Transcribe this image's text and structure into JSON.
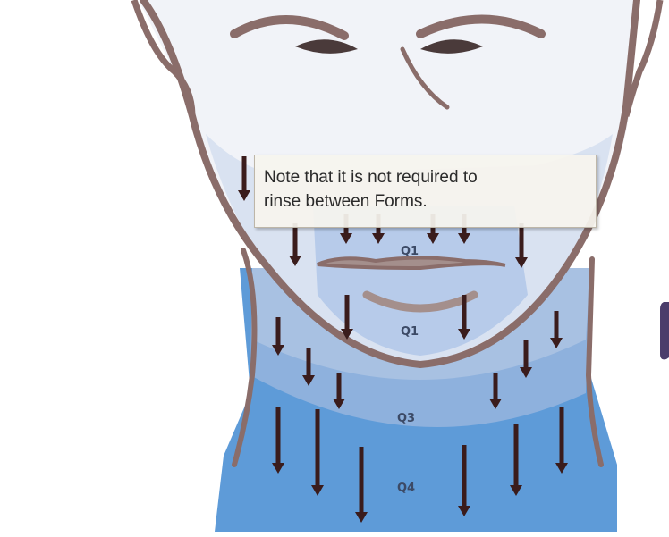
{
  "tooltip": {
    "line1": "Note that it is not required to",
    "line2": "rinse between Forms."
  },
  "zones": {
    "q1": "Q1",
    "q2": "Q1",
    "q3": "Q3",
    "q4": "Q4"
  },
  "colors": {
    "skin": "#f1f3f8",
    "outline": "#8a6d6a",
    "zone_light": "#cfd9ec",
    "zone_mid": "#a8c1e2",
    "zone_neck_upper": "#8eb1dd",
    "zone_neck_lower": "#5e9bd8",
    "arrow": "#3a1c1c",
    "page_arrow": "#4b3d6b"
  },
  "icons": [
    "shave-direction-arrow",
    "next-page-arrow-icon"
  ]
}
